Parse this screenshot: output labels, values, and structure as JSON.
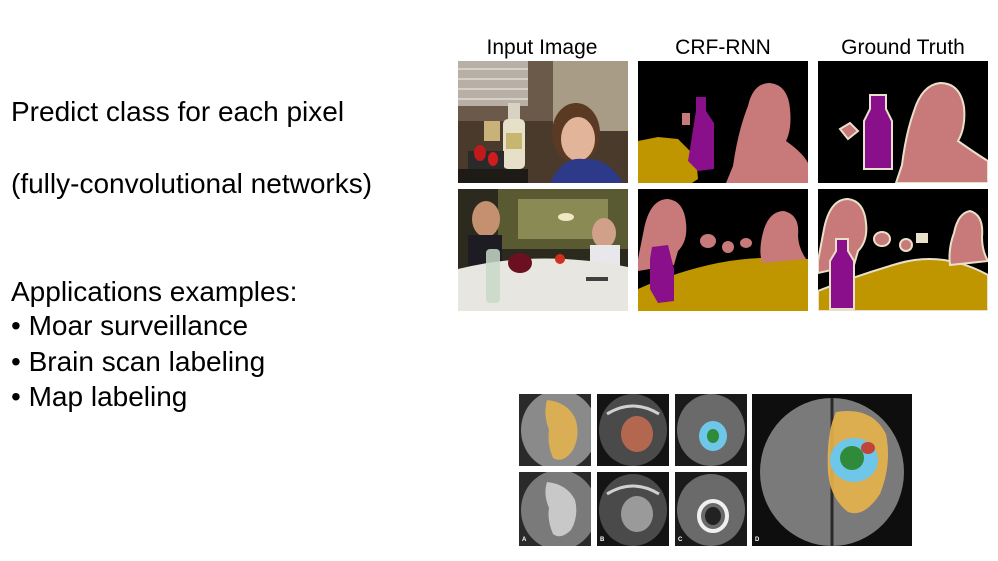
{
  "left_text": {
    "line1": "Predict class for each pixel",
    "line2": "(fully-convolutional networks)",
    "apps_heading": "Applications examples:",
    "bullets": [
      "Moar surveillance",
      "Brain scan labeling",
      "Map labeling"
    ],
    "bullet_char": "•"
  },
  "seg_figure": {
    "headers": [
      "Input Image",
      "CRF-RNN",
      "Ground Truth"
    ],
    "colors": {
      "background": "#000000",
      "person": "#c87a7a",
      "bottle": "#8a0f8a",
      "table": "#bf9500",
      "void": "#e8e0c8"
    }
  },
  "mri_figure": {
    "panel_labels": [
      "A",
      "B",
      "C",
      "D"
    ],
    "colors": {
      "edema": "#e8b44a",
      "tumor_core": "#6ec6e8",
      "necrosis": "#2f8a3a",
      "enhancing": "#c0443a"
    }
  }
}
